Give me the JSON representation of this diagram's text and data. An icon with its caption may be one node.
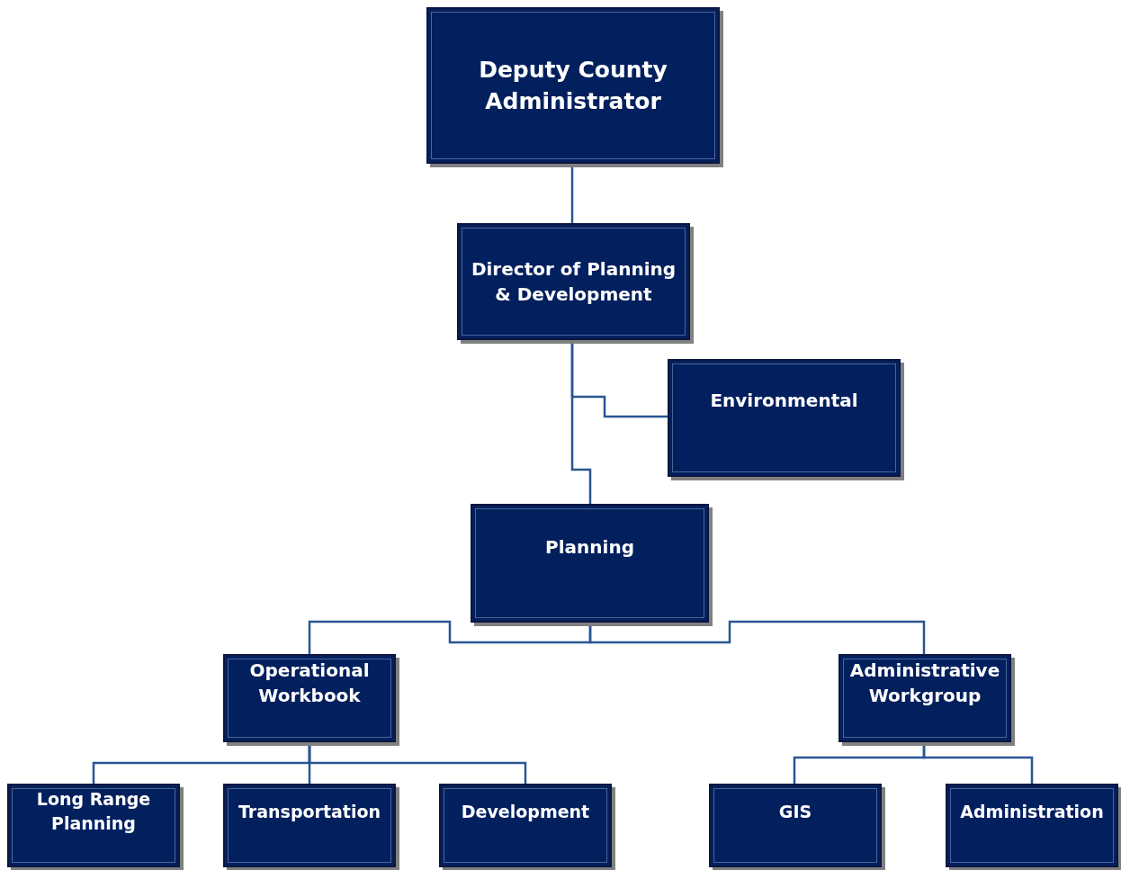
{
  "diagram": {
    "nodes": [
      {
        "text": [
          "Deputy County Administrator"
        ]
      },
      {
        "text": [
          "Director of Planning & Development"
        ]
      },
      {
        "text": [
          "Environmental"
        ]
      },
      {
        "text": [
          "Planning"
        ]
      },
      {
        "text": [
          "Operational Workbook"
        ]
      },
      {
        "text": [
          "Administrative Workgroup"
        ]
      },
      {
        "text": [
          "Long Range Planning"
        ]
      },
      {
        "text": [
          "Transportation"
        ]
      },
      {
        "text": [
          "Development"
        ]
      },
      {
        "text": [
          "GIS"
        ]
      },
      {
        "text": [
          "Administration"
        ]
      }
    ],
    "edges": [
      {
        "from": 0,
        "to": 1,
        "arrow": "none"
      },
      {
        "from": 1,
        "to": 2,
        "arrow": "none"
      },
      {
        "from": 1,
        "to": 3,
        "arrow": "none"
      },
      {
        "from": 3,
        "to": 4,
        "arrow": "none"
      },
      {
        "from": 3,
        "to": 5,
        "arrow": "none"
      },
      {
        "from": 4,
        "to": 6,
        "arrow": "none"
      },
      {
        "from": 4,
        "to": 7,
        "arrow": "none"
      },
      {
        "from": 4,
        "to": 8,
        "arrow": "none"
      },
      {
        "from": 5,
        "to": 9,
        "arrow": "none"
      },
      {
        "from": 5,
        "to": 10,
        "arrow": "none"
      }
    ]
  }
}
